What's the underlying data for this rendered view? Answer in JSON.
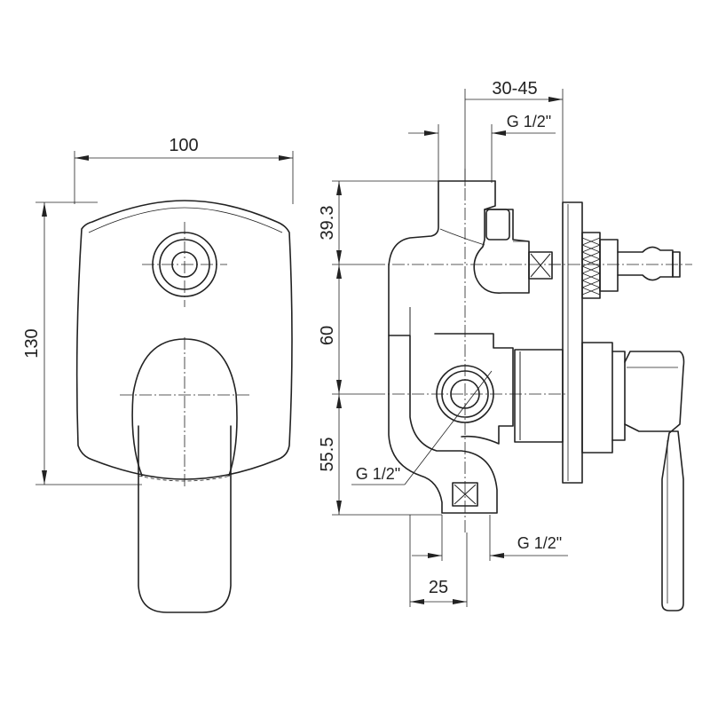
{
  "dimensions": {
    "front_width": "100",
    "front_height": "130",
    "side_depth_range": "30-45",
    "top_thread": "G 1/2\"",
    "dist_top": "39.3",
    "dist_middle": "60",
    "dist_bottom": "55.5",
    "left_thread": "G 1/2\"",
    "bottom_thread": "G 1/2\"",
    "bottom_offset": "25"
  },
  "colors": {
    "line": "#222222",
    "background": "#ffffff"
  }
}
